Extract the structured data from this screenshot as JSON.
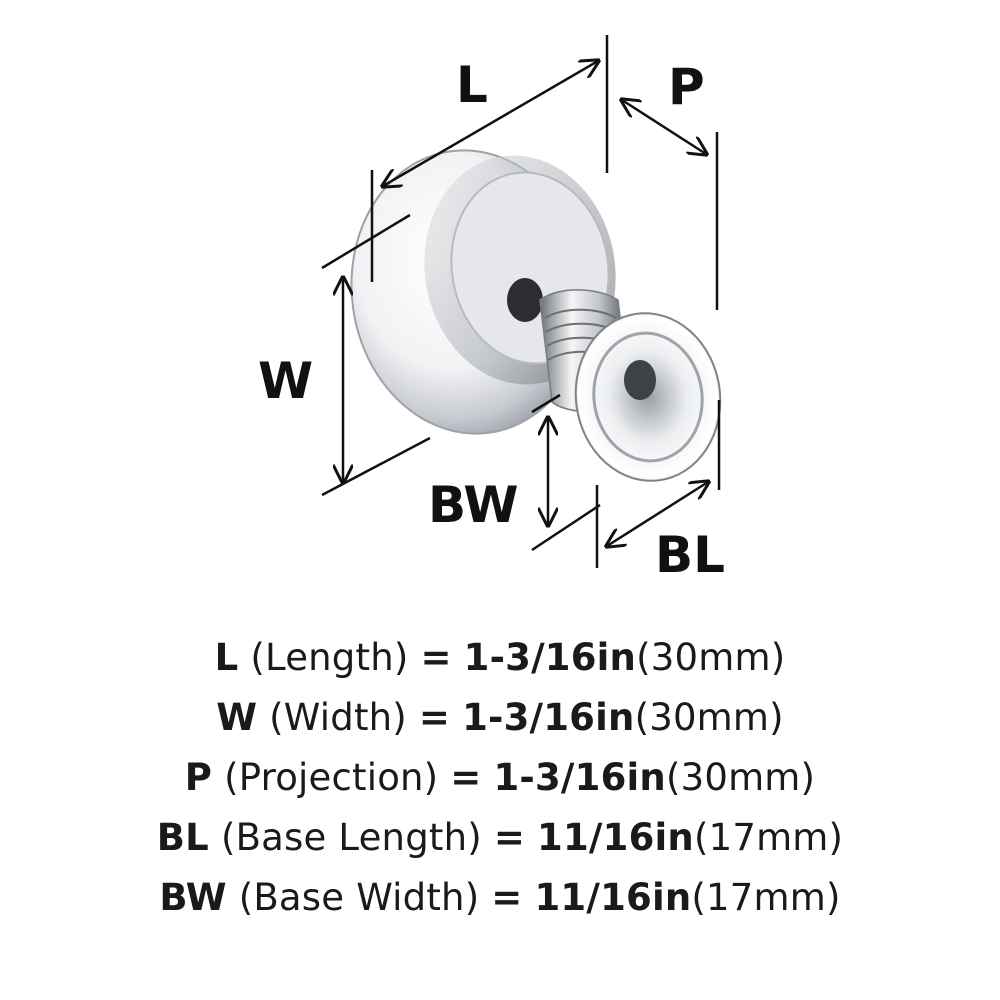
{
  "diagram": {
    "labels": {
      "length": "L",
      "width": "W",
      "projection": "P",
      "base_length": "BL",
      "base_width": "BW"
    }
  },
  "specs": [
    {
      "code": "L",
      "name": "(Length)",
      "eq": "=",
      "value_in": "1-3/16in",
      "value_mm": "(30mm)"
    },
    {
      "code": "W",
      "name": "(Width)",
      "eq": "=",
      "value_in": "1-3/16in",
      "value_mm": "(30mm)"
    },
    {
      "code": "P",
      "name": "(Projection)",
      "eq": "=",
      "value_in": "1-3/16in",
      "value_mm": "(30mm)"
    },
    {
      "code": "BL",
      "name": "(Base Length)",
      "eq": "=",
      "value_in": "11/16in",
      "value_mm": "(17mm)"
    },
    {
      "code": "BW",
      "name": "(Base Width)",
      "eq": "=",
      "value_in": "11/16in",
      "value_mm": "(17mm)"
    }
  ],
  "colors": {
    "line": "#111111",
    "chrome_light": "#fbfbfb",
    "chrome_mid": "#c9ccd1",
    "chrome_dark": "#5f636a"
  }
}
